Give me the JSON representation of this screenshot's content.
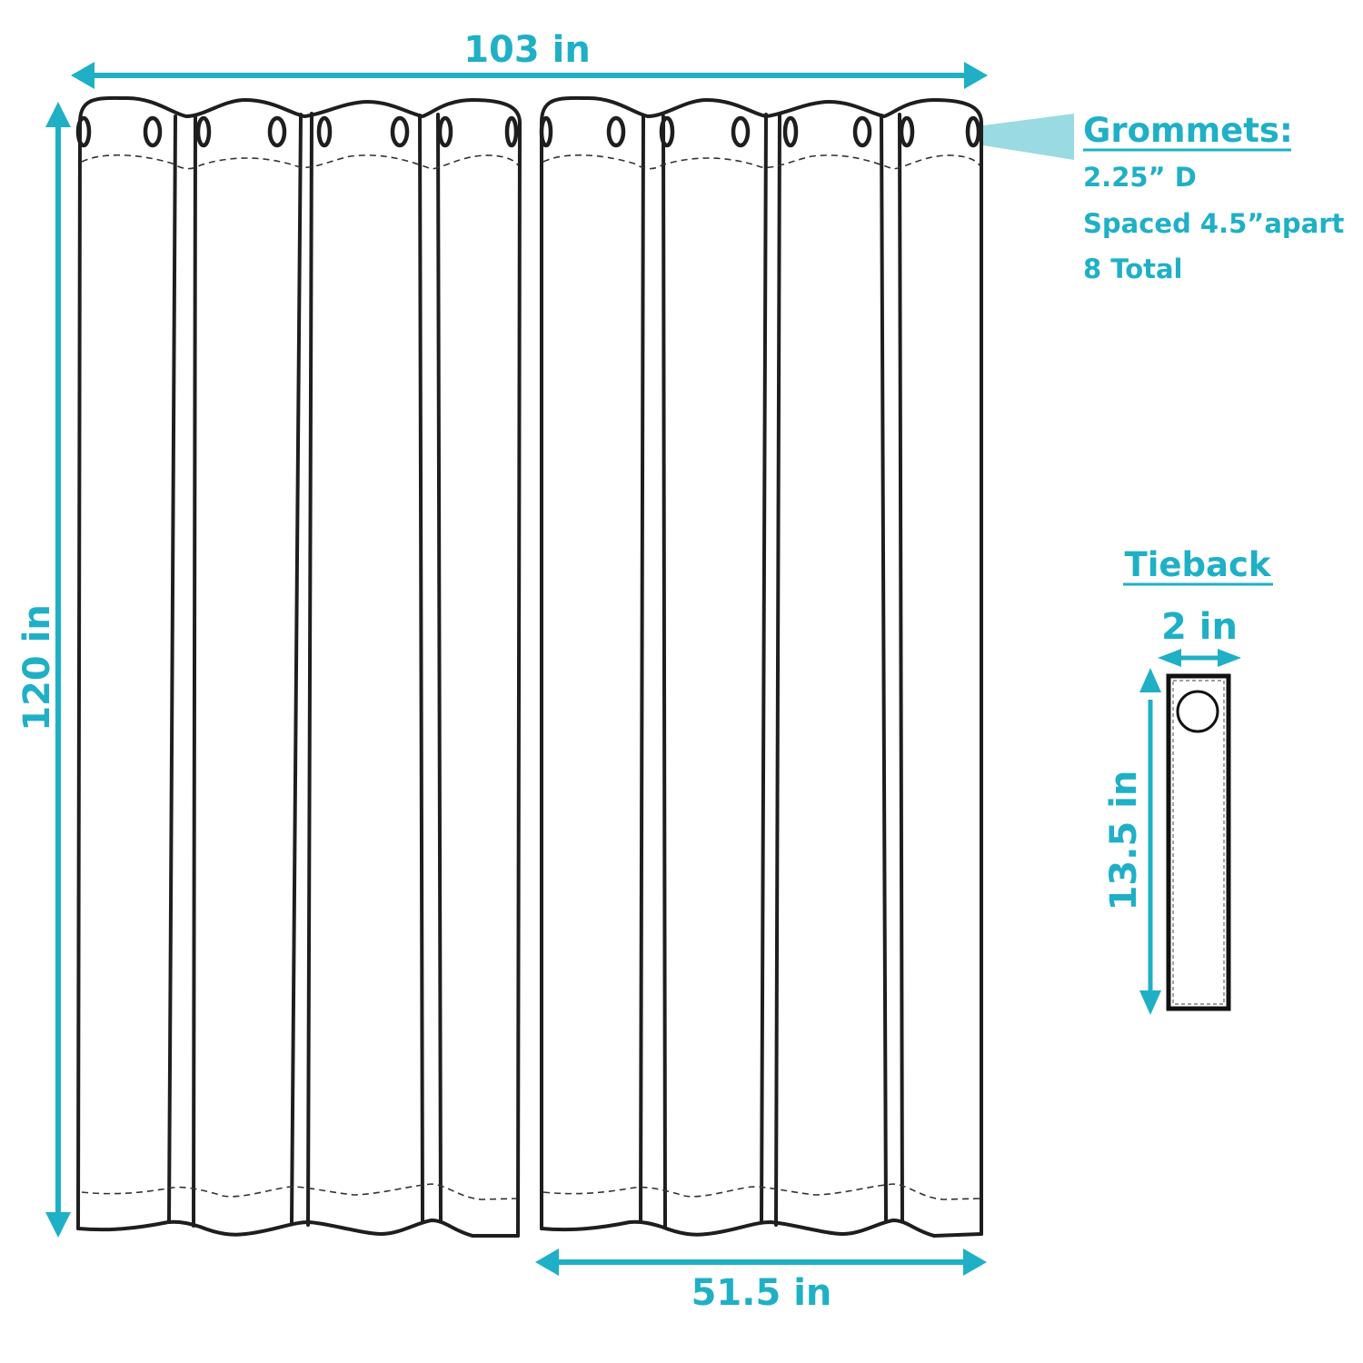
{
  "dimensions": {
    "total_width": "103 in",
    "length": "120 in",
    "panel_width": "51.5 in"
  },
  "grommets": {
    "title": "Grommets:",
    "lines": [
      "2.25” D",
      "Spaced 4.5”apart",
      "8 Total"
    ]
  },
  "tieback": {
    "title": "Tieback",
    "width": "2 in",
    "length": "13.5 in"
  },
  "colors": {
    "accent": "#1fb0c6",
    "callout": "#9adbe3",
    "outline": "#1e1e1e"
  }
}
